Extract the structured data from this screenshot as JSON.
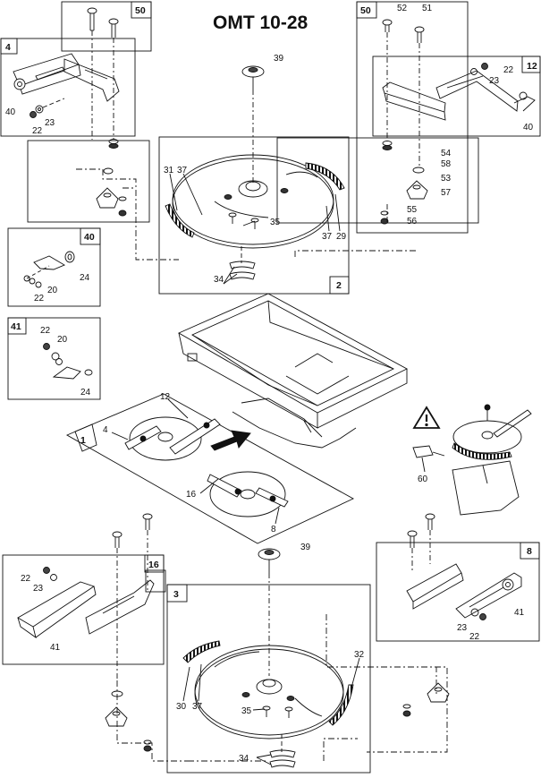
{
  "title": "OMT 10-28",
  "panels": [
    {
      "id": "p50a",
      "label": "50"
    },
    {
      "id": "p4",
      "label": "4"
    },
    {
      "id": "p50b",
      "label": "50"
    },
    {
      "id": "p12",
      "label": "12"
    },
    {
      "id": "p40",
      "label": "40"
    },
    {
      "id": "p41",
      "label": "41"
    },
    {
      "id": "p2",
      "label": "2"
    },
    {
      "id": "p1",
      "label": "1"
    },
    {
      "id": "p16",
      "label": "16"
    },
    {
      "id": "p3",
      "label": "3"
    },
    {
      "id": "p8",
      "label": "8"
    }
  ],
  "callouts": [
    {
      "id": "c39a",
      "text": "39"
    },
    {
      "id": "c52",
      "text": "52"
    },
    {
      "id": "c51",
      "text": "51"
    },
    {
      "id": "c22a",
      "text": "22"
    },
    {
      "id": "c23a",
      "text": "23"
    },
    {
      "id": "c40a",
      "text": "40"
    },
    {
      "id": "c40b",
      "text": "40"
    },
    {
      "id": "c23b",
      "text": "23"
    },
    {
      "id": "c22b",
      "text": "22"
    },
    {
      "id": "c54",
      "text": "54"
    },
    {
      "id": "c58",
      "text": "58"
    },
    {
      "id": "c53",
      "text": "53"
    },
    {
      "id": "c57",
      "text": "57"
    },
    {
      "id": "c55",
      "text": "55"
    },
    {
      "id": "c56",
      "text": "56"
    },
    {
      "id": "c31",
      "text": "31"
    },
    {
      "id": "c37a",
      "text": "37"
    },
    {
      "id": "c35a",
      "text": "35"
    },
    {
      "id": "c37b",
      "text": "37"
    },
    {
      "id": "c29",
      "text": "29"
    },
    {
      "id": "c34a",
      "text": "34"
    },
    {
      "id": "c24a",
      "text": "24"
    },
    {
      "id": "c20a",
      "text": "20"
    },
    {
      "id": "c22c",
      "text": "22"
    },
    {
      "id": "c22d",
      "text": "22"
    },
    {
      "id": "c20b",
      "text": "20"
    },
    {
      "id": "c24b",
      "text": "24"
    },
    {
      "id": "c12",
      "text": "12"
    },
    {
      "id": "c4",
      "text": "4"
    },
    {
      "id": "c16",
      "text": "16"
    },
    {
      "id": "c8a",
      "text": "8"
    },
    {
      "id": "c60",
      "text": "60"
    },
    {
      "id": "c39b",
      "text": "39"
    },
    {
      "id": "c22e",
      "text": "22"
    },
    {
      "id": "c23c",
      "text": "23"
    },
    {
      "id": "c41a",
      "text": "41"
    },
    {
      "id": "c41b",
      "text": "41"
    },
    {
      "id": "c23d",
      "text": "23"
    },
    {
      "id": "c22f",
      "text": "22"
    },
    {
      "id": "c32",
      "text": "32"
    },
    {
      "id": "c30",
      "text": "30"
    },
    {
      "id": "c37c",
      "text": "37"
    },
    {
      "id": "c35b",
      "text": "35"
    },
    {
      "id": "c34b",
      "text": "34"
    }
  ]
}
